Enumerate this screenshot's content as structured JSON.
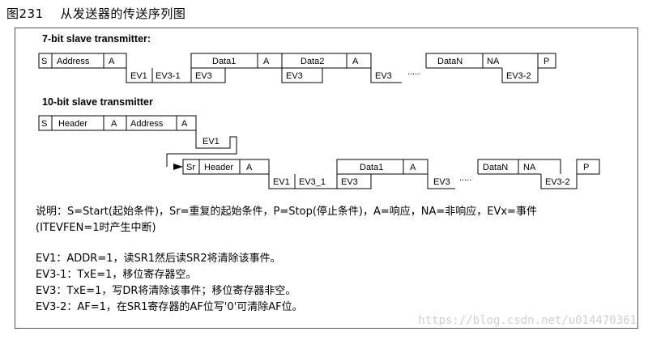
{
  "figure_title": "图231　 从发送器的传送序列图",
  "section_7bit": "7-bit slave transmitter:",
  "section_10bit": "10-bit slave transmitter",
  "seq7": {
    "top": [
      "S",
      "Address",
      "A",
      "Data1",
      "A",
      "Data2",
      "A",
      "DataN",
      "NA",
      "P"
    ],
    "bottom": [
      "EV1",
      "EV3-1",
      "EV3",
      "EV3",
      "EV3",
      "EV3-2"
    ],
    "dots": "....."
  },
  "seq10": {
    "row1": [
      "S",
      "Header",
      "A",
      "Address",
      "A"
    ],
    "ev1": "EV1",
    "row2_top": [
      "Sr",
      "Header",
      "A",
      "Data1",
      "A",
      "DataN",
      "NA",
      "P"
    ],
    "row2_bottom": [
      "EV1",
      "EV3_1",
      "EV3",
      "EV3",
      "EV3-2"
    ],
    "dots": "....."
  },
  "notes": {
    "legend_line1": "说明：S=Start(起始条件)，Sr=重复的起始条件，P=Stop(停止条件)，A=响应，NA=非响应，EVx=事件",
    "legend_line2": "(ITEVFEN=1时产生中断)",
    "ev1": "EV1：ADDR=1，读SR1然后读SR2将清除该事件。",
    "ev3_1": "EV3-1：TxE=1，移位寄存器空。",
    "ev3": "EV3：TxE=1，写DR将清除该事件；移位寄存器非空。",
    "ev3_2": "EV3-2：AF=1，在SR1寄存器的AF位写'0'可清除AF位。"
  },
  "watermark": "https://blog.csdn.net/u014470361"
}
